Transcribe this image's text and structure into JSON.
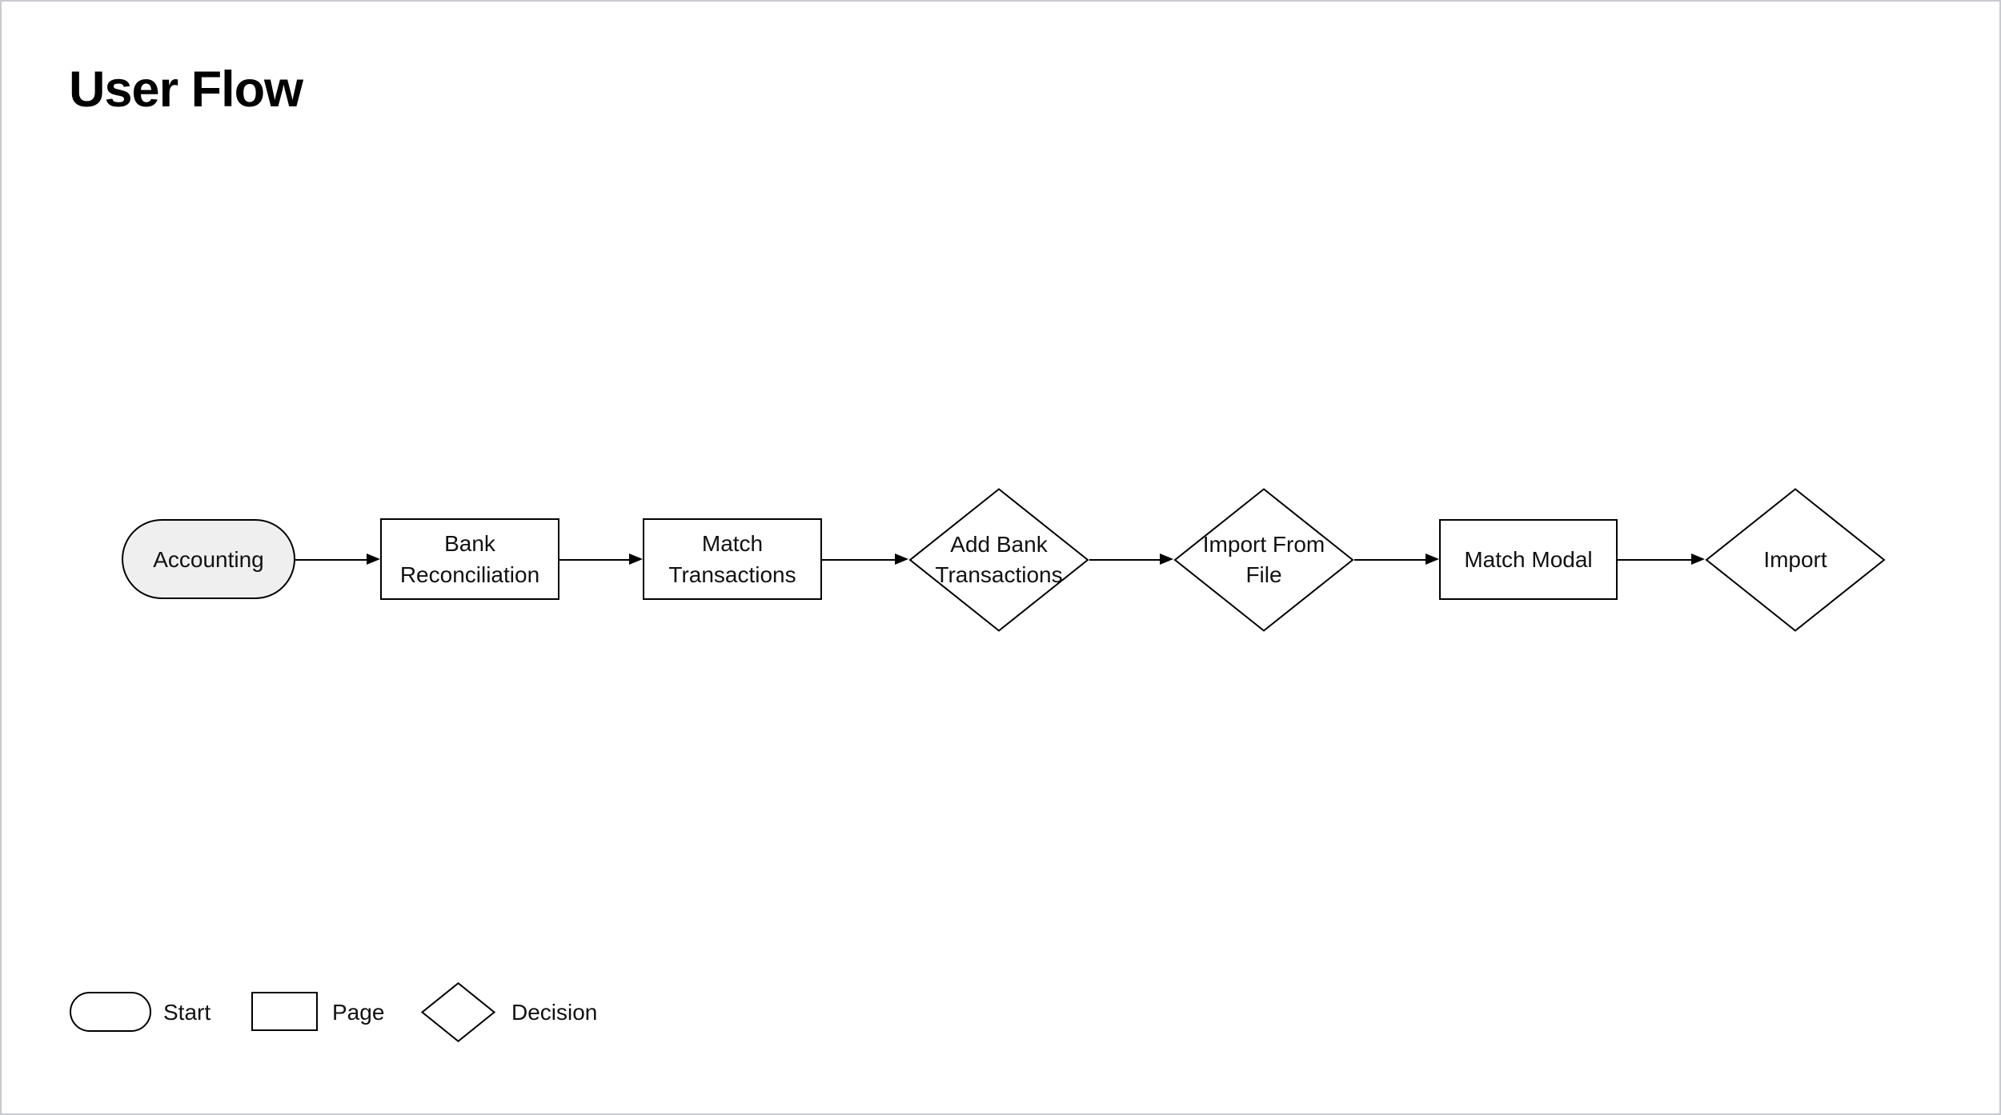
{
  "title": "User Flow",
  "flow": {
    "nodes": [
      {
        "id": "accounting",
        "shape": "start",
        "label": "Accounting"
      },
      {
        "id": "bank-reconciliation",
        "shape": "page",
        "label": "Bank Reconciliation"
      },
      {
        "id": "match-transactions",
        "shape": "page",
        "label": "Match Transactions"
      },
      {
        "id": "add-bank-transactions",
        "shape": "decision",
        "label": "Add Bank Transactions"
      },
      {
        "id": "import-from-file",
        "shape": "decision",
        "label": "Import From File"
      },
      {
        "id": "match-modal",
        "shape": "page",
        "label": "Match Modal"
      },
      {
        "id": "import",
        "shape": "decision",
        "label": "Import"
      }
    ],
    "edges": [
      {
        "from": "accounting",
        "to": "bank-reconciliation"
      },
      {
        "from": "bank-reconciliation",
        "to": "match-transactions"
      },
      {
        "from": "match-transactions",
        "to": "add-bank-transactions"
      },
      {
        "from": "add-bank-transactions",
        "to": "import-from-file"
      },
      {
        "from": "import-from-file",
        "to": "match-modal"
      },
      {
        "from": "match-modal",
        "to": "import"
      }
    ]
  },
  "legend": {
    "items": [
      {
        "shape": "start",
        "label": "Start"
      },
      {
        "shape": "page",
        "label": "Page"
      },
      {
        "shape": "decision",
        "label": "Decision"
      }
    ]
  },
  "colors": {
    "stroke": "#000000",
    "start_fill": "#efefef",
    "page_fill": "#ffffff",
    "decision_fill": "#ffffff",
    "canvas_bg": "#ffffff",
    "frame_border": "#c9cacf",
    "text": "#111111"
  }
}
